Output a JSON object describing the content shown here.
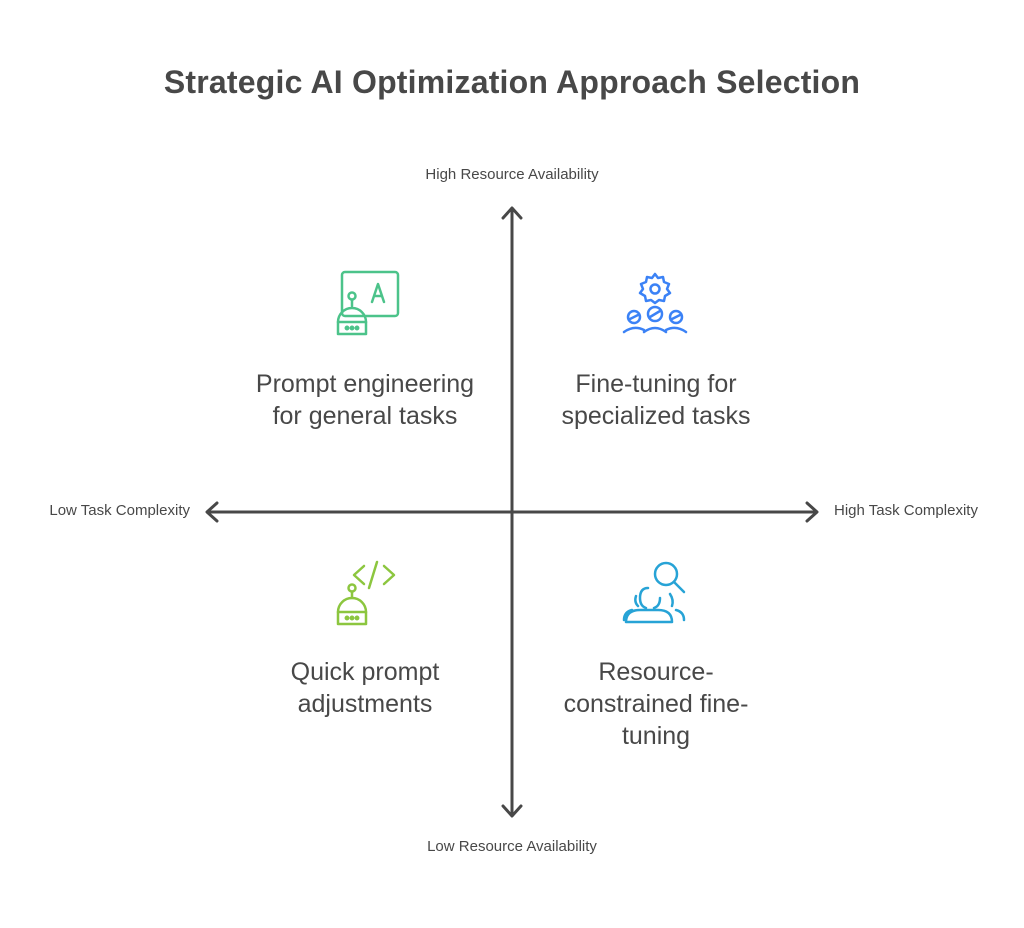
{
  "title": "Strategic AI Optimization Approach Selection",
  "axes": {
    "y_top": "High Resource Availability",
    "y_bottom": "Low Resource Availability",
    "x_left": "Low Task Complexity",
    "x_right": "High Task Complexity"
  },
  "quadrants": {
    "top_left": {
      "text": "Prompt engineering for general tasks",
      "icon": "robot-with-chat-icon",
      "color": "#4cc38a"
    },
    "top_right": {
      "text": "Fine-tuning for specialized tasks",
      "icon": "gear-with-team-icon",
      "color": "#3b82f6"
    },
    "bottom_left": {
      "text": "Quick prompt adjustments",
      "icon": "robot-with-code-icon",
      "color": "#8cc63f"
    },
    "bottom_right": {
      "text": "Resource-constrained fine-tuning",
      "icon": "people-search-icon",
      "color": "#27a3d6"
    }
  },
  "colors": {
    "text": "#484848",
    "axis": "#484848"
  }
}
